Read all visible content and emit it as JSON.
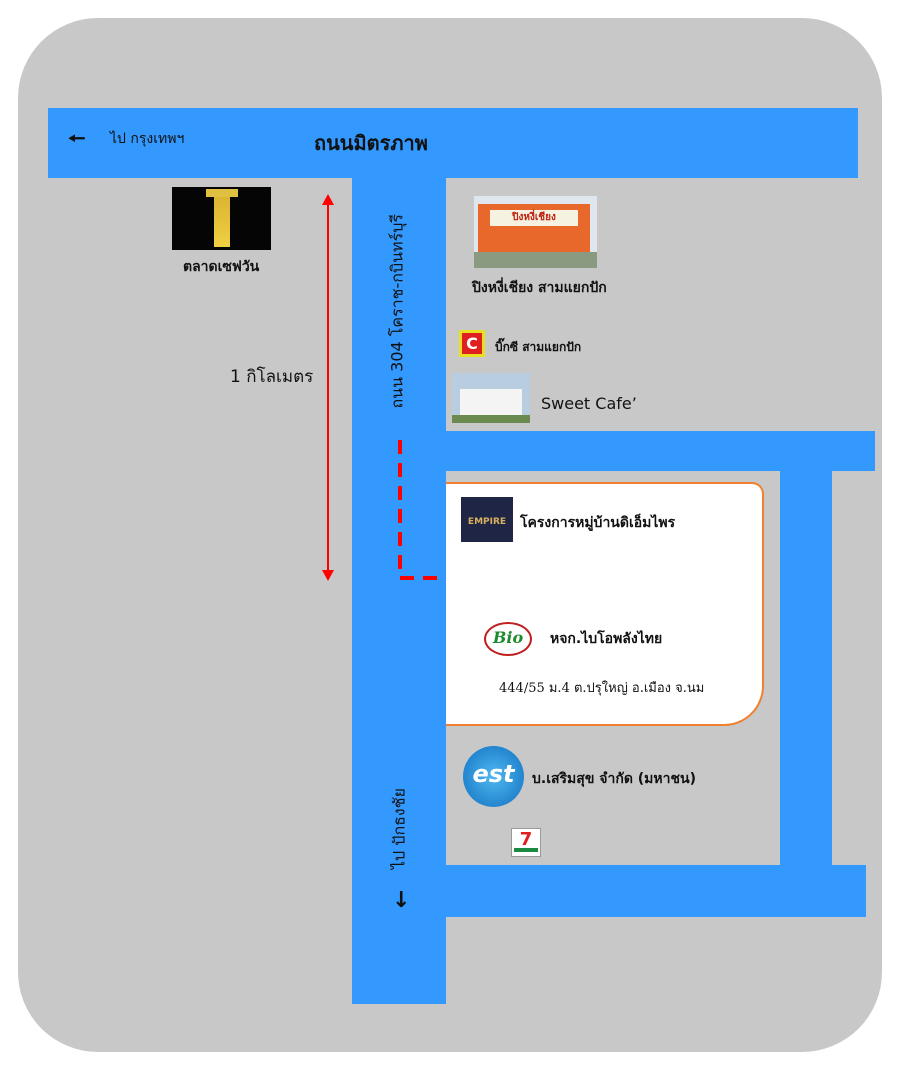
{
  "roads": {
    "top_road": "ถนนมิตรภาพ",
    "to_bangkok": "ไป กรุงเทพฯ",
    "main_road": "ถนน 304 โคราช-กบินทร์บุรี",
    "to_pakthongchai": "ไป ปักธงชัย"
  },
  "distance_label": "1 กิโลเมตร",
  "landmarks": {
    "market": "ตลาดเซฟวัน",
    "restaurant": "ปิงหงี่เชียง สามแยกปัก",
    "restaurant_sign": "ปิงหงี่เชียง",
    "bigc": "บิ๊กซี สามแยกปัก",
    "bigc_logo": "C",
    "cafe": "Sweet Cafe’",
    "empire": "โครงการหมู่บ้านดิเอ็มไพร",
    "empire_logo": "EMPIRE",
    "destination": "หจก.ไบโอพลังไทย",
    "bio_logo": "Bio",
    "address": "444/55  ม.4  ต.ปรุใหญ่  อ.เมือง จ.นม",
    "est": "บ.เสริมสุข จำกัด (มหาชน)",
    "est_logo": "est",
    "seven_logo": "7"
  },
  "colors": {
    "road": "#3399ff",
    "ground": "#c8c8c8",
    "route": "#ff0000",
    "box_border": "#f08030"
  }
}
